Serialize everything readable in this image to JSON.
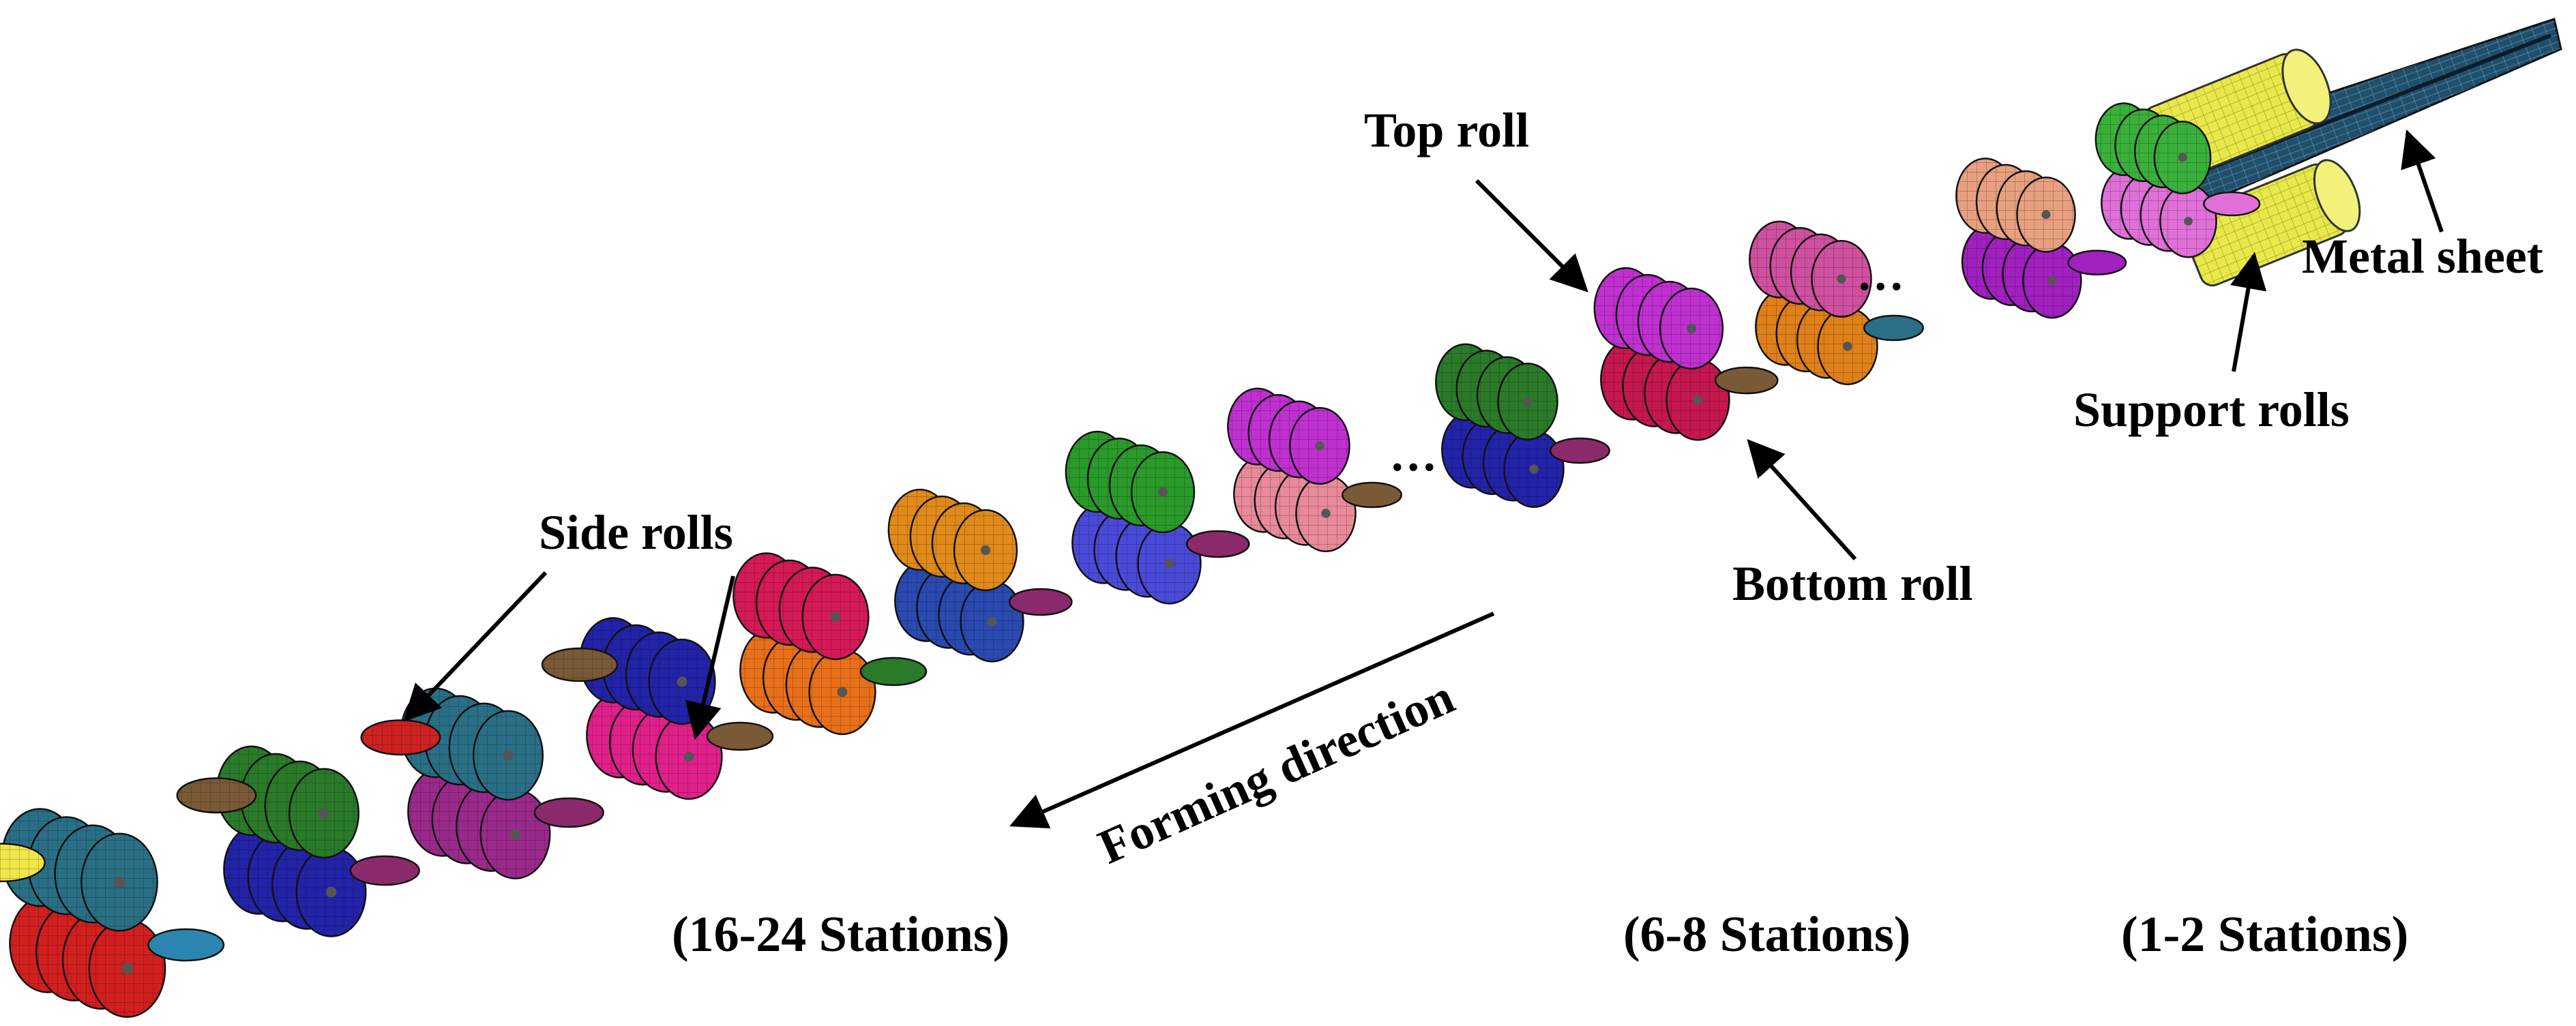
{
  "labels": {
    "top_roll": "Top roll",
    "bottom_roll": "Bottom roll",
    "side_rolls": "Side rolls",
    "metal_sheet": "Metal sheet",
    "support_rolls": "Support rolls",
    "forming_direction": "Forming direction"
  },
  "captions": {
    "stations_16_24": "(16-24 Stations)",
    "stations_6_8": "(6-8 Stations)",
    "stations_1_2": "(1-2 Stations)"
  },
  "ellipsis": "...",
  "colors": {
    "text": "#000000",
    "mesh": "#1a1a1a",
    "sheet": "#1f4f6b",
    "support": "#e8e84a"
  },
  "stations": [
    {
      "name": "station-1",
      "top": "#2a6f86",
      "bottom": "#d11f1f",
      "side": "#f0e64a",
      "side2": "#2a86b0"
    },
    {
      "name": "station-2",
      "top": "#2a7a2a",
      "bottom": "#2323a8",
      "side": "#7a5a36",
      "side2": "#8a2a6a"
    },
    {
      "name": "station-3",
      "top": "#2a6f86",
      "bottom": "#9a2a8a",
      "side": "#cc2222",
      "side2": "#8a2a6a"
    },
    {
      "name": "station-4",
      "top": "#2323a8",
      "bottom": "#e0208a",
      "side": "#7a5a36",
      "side2": "#7a5a36"
    },
    {
      "name": "station-5",
      "top": "#d41a56",
      "bottom": "#e8701a",
      "side": "#2a7a2a",
      "side2": "#2a7a2a"
    },
    {
      "name": "station-6",
      "top": "#e08a1a",
      "bottom": "#2a4ab0",
      "side": "#8a2a6a",
      "side2": "#8a2a6a"
    },
    {
      "name": "station-7",
      "top": "#2a9a2a",
      "bottom": "#4a4ad8",
      "side": "#8a2a6a",
      "side2": "#8a2a6a"
    },
    {
      "name": "station-8",
      "top": "#c030d0",
      "bottom": "#e88a9a",
      "side": "#7a5a36",
      "side2": "#7a5a36"
    },
    {
      "name": "station-9",
      "top": "#2a7a2a",
      "bottom": "#2323a8",
      "side": "#8a2a6a",
      "side2": "#8a2a6a"
    },
    {
      "name": "station-10",
      "top": "#c030d0",
      "bottom": "#c4184e",
      "side": "#7a5a36",
      "side2": "#7a5a36"
    },
    {
      "name": "station-11",
      "top": "#d050a0",
      "bottom": "#e0801a",
      "side": "#2a6f86",
      "side2": "#2a6f86"
    },
    {
      "name": "station-12",
      "top": "#e8a080",
      "bottom": "#a020c0",
      "side": "#a020c0",
      "side2": "#a020c0"
    },
    {
      "name": "station-13",
      "top": "#3ab03a",
      "bottom": "#e070d8",
      "side": "#e070d8",
      "side2": "#e070d8"
    }
  ]
}
